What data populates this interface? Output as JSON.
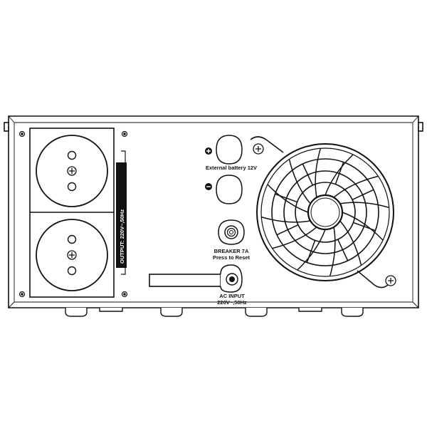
{
  "labels": {
    "output_label": "OUTPUT: 220V~,50Hz",
    "battery_label": "External battery 12V",
    "breaker_line1": "BREAKER 7A",
    "breaker_line2": "Press to Reset",
    "ac_input_line1": "AC INPUT",
    "ac_input_line2": "220V~,50Hz",
    "plus_symbol": "+",
    "minus_symbol": "−"
  },
  "icons": {
    "socket": "schuko-socket-icon",
    "screw": "screw-icon",
    "fan": "fan-grille-icon",
    "breaker": "breaker-button-icon",
    "battery_terminal": "battery-terminal-icon",
    "ac_plug": "ac-plug-icon"
  },
  "colors": {
    "line": "#111111",
    "background": "#ffffff",
    "label_strip": "#111111",
    "label_text": "#ffffff"
  }
}
